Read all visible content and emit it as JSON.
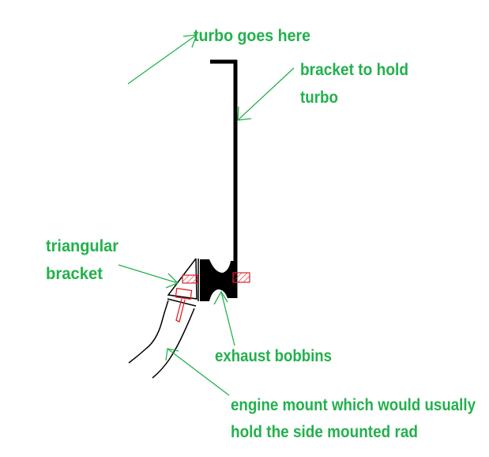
{
  "labels": {
    "turbo": "turbo goes here",
    "bracket_line1": "bracket to hold",
    "bracket_line2": "turbo",
    "triangular_line1": "triangular",
    "triangular_line2": "bracket",
    "bobbins": "exhaust bobbins",
    "mount_line1": "engine mount which would usually",
    "mount_line2": "hold the side mounted rad"
  },
  "colors": {
    "label": "#22b14c",
    "bolt": "#e0202a",
    "structure": "#000000"
  }
}
